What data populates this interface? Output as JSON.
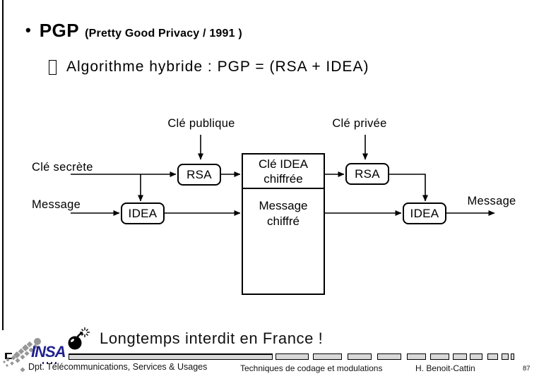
{
  "slide": {
    "bullet": "•",
    "title": "PGP",
    "subtitle": "(Pretty Good Privacy / 1991 )",
    "hybrid_line": "Algorithme hybride : PGP = (RSA + IDEA)",
    "note": "Longtemps interdit en France !"
  },
  "diagram": {
    "cle_publique": "Clé publique",
    "cle_privee": "Clé privée",
    "cle_secrete": "Clé secrète",
    "message_in": "Message",
    "message_out": "Message",
    "rsa_encrypt": "RSA",
    "idea_encrypt": "IDEA",
    "rsa_decrypt": "RSA",
    "idea_decrypt": "IDEA",
    "cle_idea_chiffree": "Clé IDEA chiffrée",
    "message_chiffre": "Message chiffré"
  },
  "footer": {
    "logo": "INSA",
    "department": "Dpt. Télécommunications, Services & Usages",
    "course": "Techniques de codage et modulations",
    "author": "H. Benoit-Cattin",
    "page": "87"
  },
  "colors": {
    "insa_blue": "#21218E",
    "line_black": "#000000",
    "bar_gray": "#D9D9D9"
  }
}
